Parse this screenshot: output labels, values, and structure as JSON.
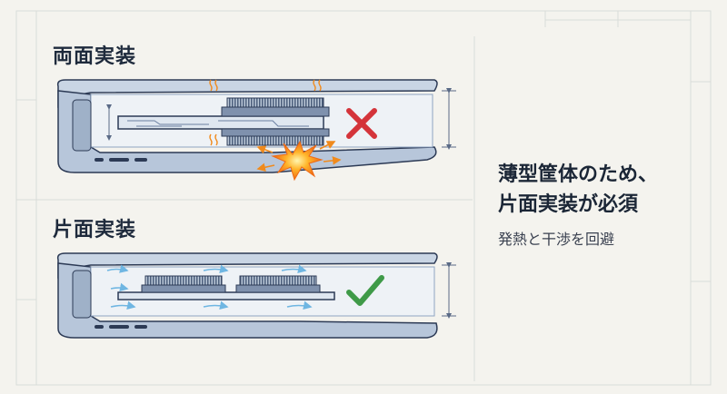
{
  "sections": {
    "double_sided": {
      "heading": "両面実装",
      "status_icon": "cross-icon",
      "status_color": "#d4343a"
    },
    "single_sided": {
      "heading": "片面実装",
      "status_icon": "check-icon",
      "status_color": "#3f9a48"
    }
  },
  "conclusion": {
    "title_line1": "薄型筐体のため、",
    "title_line2": "片面実装が必須",
    "subtitle": "発熱と干渉を回避"
  },
  "colors": {
    "background": "#f4f3ee",
    "chassis": "#8fa4c2",
    "board": "#dfe7f0",
    "ink": "#2c3a55",
    "airflow": "#6fb6e2",
    "hot": "#f08a1c"
  }
}
